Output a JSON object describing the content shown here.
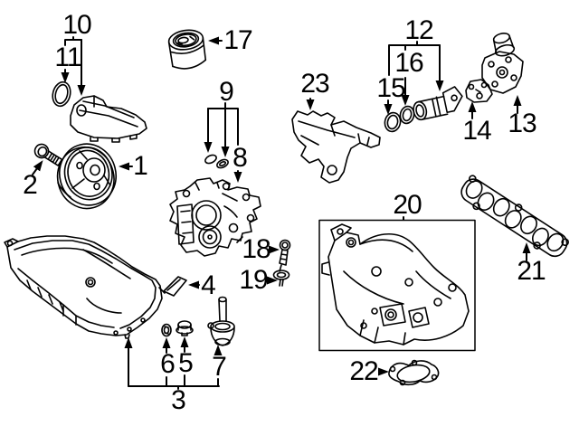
{
  "diagram": {
    "background_color": "#ffffff",
    "line_color": "#000000",
    "callouts": {
      "1": "1",
      "2": "2",
      "3": "3",
      "4": "4",
      "5": "5",
      "6": "6",
      "7": "7",
      "8": "8",
      "9": "9",
      "10": "10",
      "11": "11",
      "12": "12",
      "13": "13",
      "14": "14",
      "15": "15",
      "16": "16",
      "17": "17",
      "18": "18",
      "19": "19",
      "20": "20",
      "21": "21",
      "22": "22",
      "23": "23"
    }
  }
}
